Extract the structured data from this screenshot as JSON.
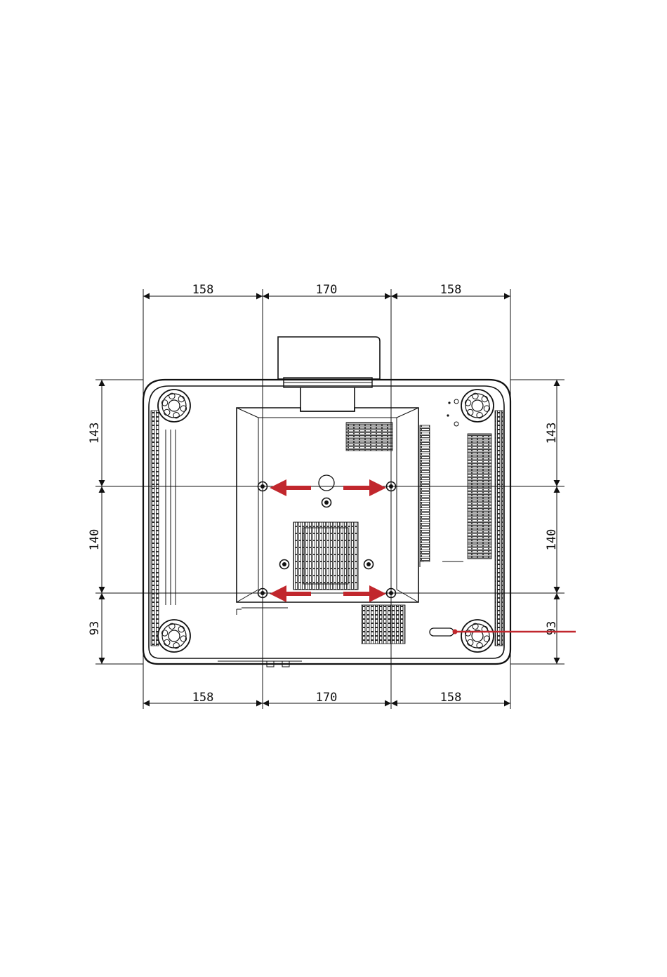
{
  "dimensions": {
    "top": [
      "158",
      "170",
      "158"
    ],
    "bottom": [
      "158",
      "170",
      "158"
    ],
    "left": [
      "143",
      "140",
      "93"
    ],
    "right": [
      "143",
      "140",
      "93"
    ]
  },
  "colors": {
    "line": "#111111",
    "accent": "#c1272d",
    "background": "#ffffff"
  },
  "icons": {
    "arrow": "red-arrow-icon",
    "foot": "adjustable-foot-icon",
    "screw": "mount-screw-icon"
  }
}
